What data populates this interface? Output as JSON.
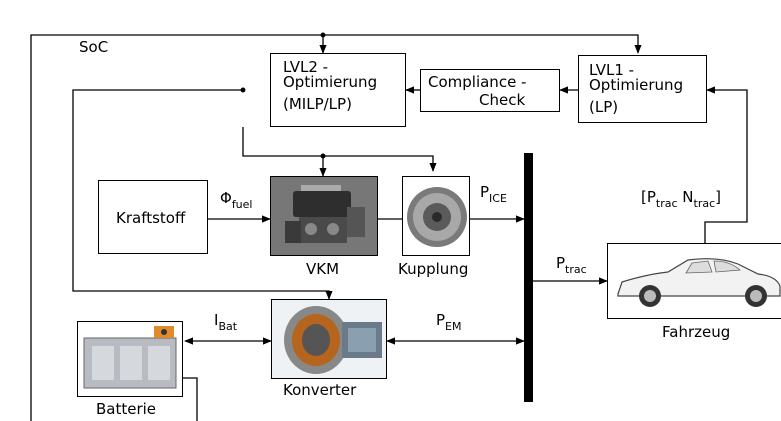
{
  "labels": {
    "soc": "SoC",
    "lvl2_line1": "LVL2 -",
    "lvl2_line2": "Optimierung",
    "lvl2_line3": "(MILP/LP)",
    "compliance_line1": "Compliance -",
    "compliance_line2": "Check",
    "lvl1_line1": "LVL1 -",
    "lvl1_line2": "Optimierung",
    "lvl1_line3": "(LP)",
    "kraftstoff": "Kraftstoff",
    "phi": "Φ",
    "phi_sub": "fuel",
    "vkm": "VKM",
    "kupplung": "Kupplung",
    "p": "P",
    "p_ice_sub": "ICE",
    "p_trac_sub": "trac",
    "p_em_sub": "EM",
    "vector_open": "[P",
    "vector_n": " N",
    "vector_close": "]",
    "fahrzeug": "Fahrzeug",
    "i": "I",
    "i_bat_sub": "Bat",
    "batterie": "Batterie",
    "konverter": "Konverter"
  },
  "colors": {
    "line": "#000000",
    "engine_dark": "#3a3a3a",
    "battery_grey": "#b8bcc2",
    "battery_orange": "#e08a2c",
    "motor_copper": "#b5651d"
  }
}
